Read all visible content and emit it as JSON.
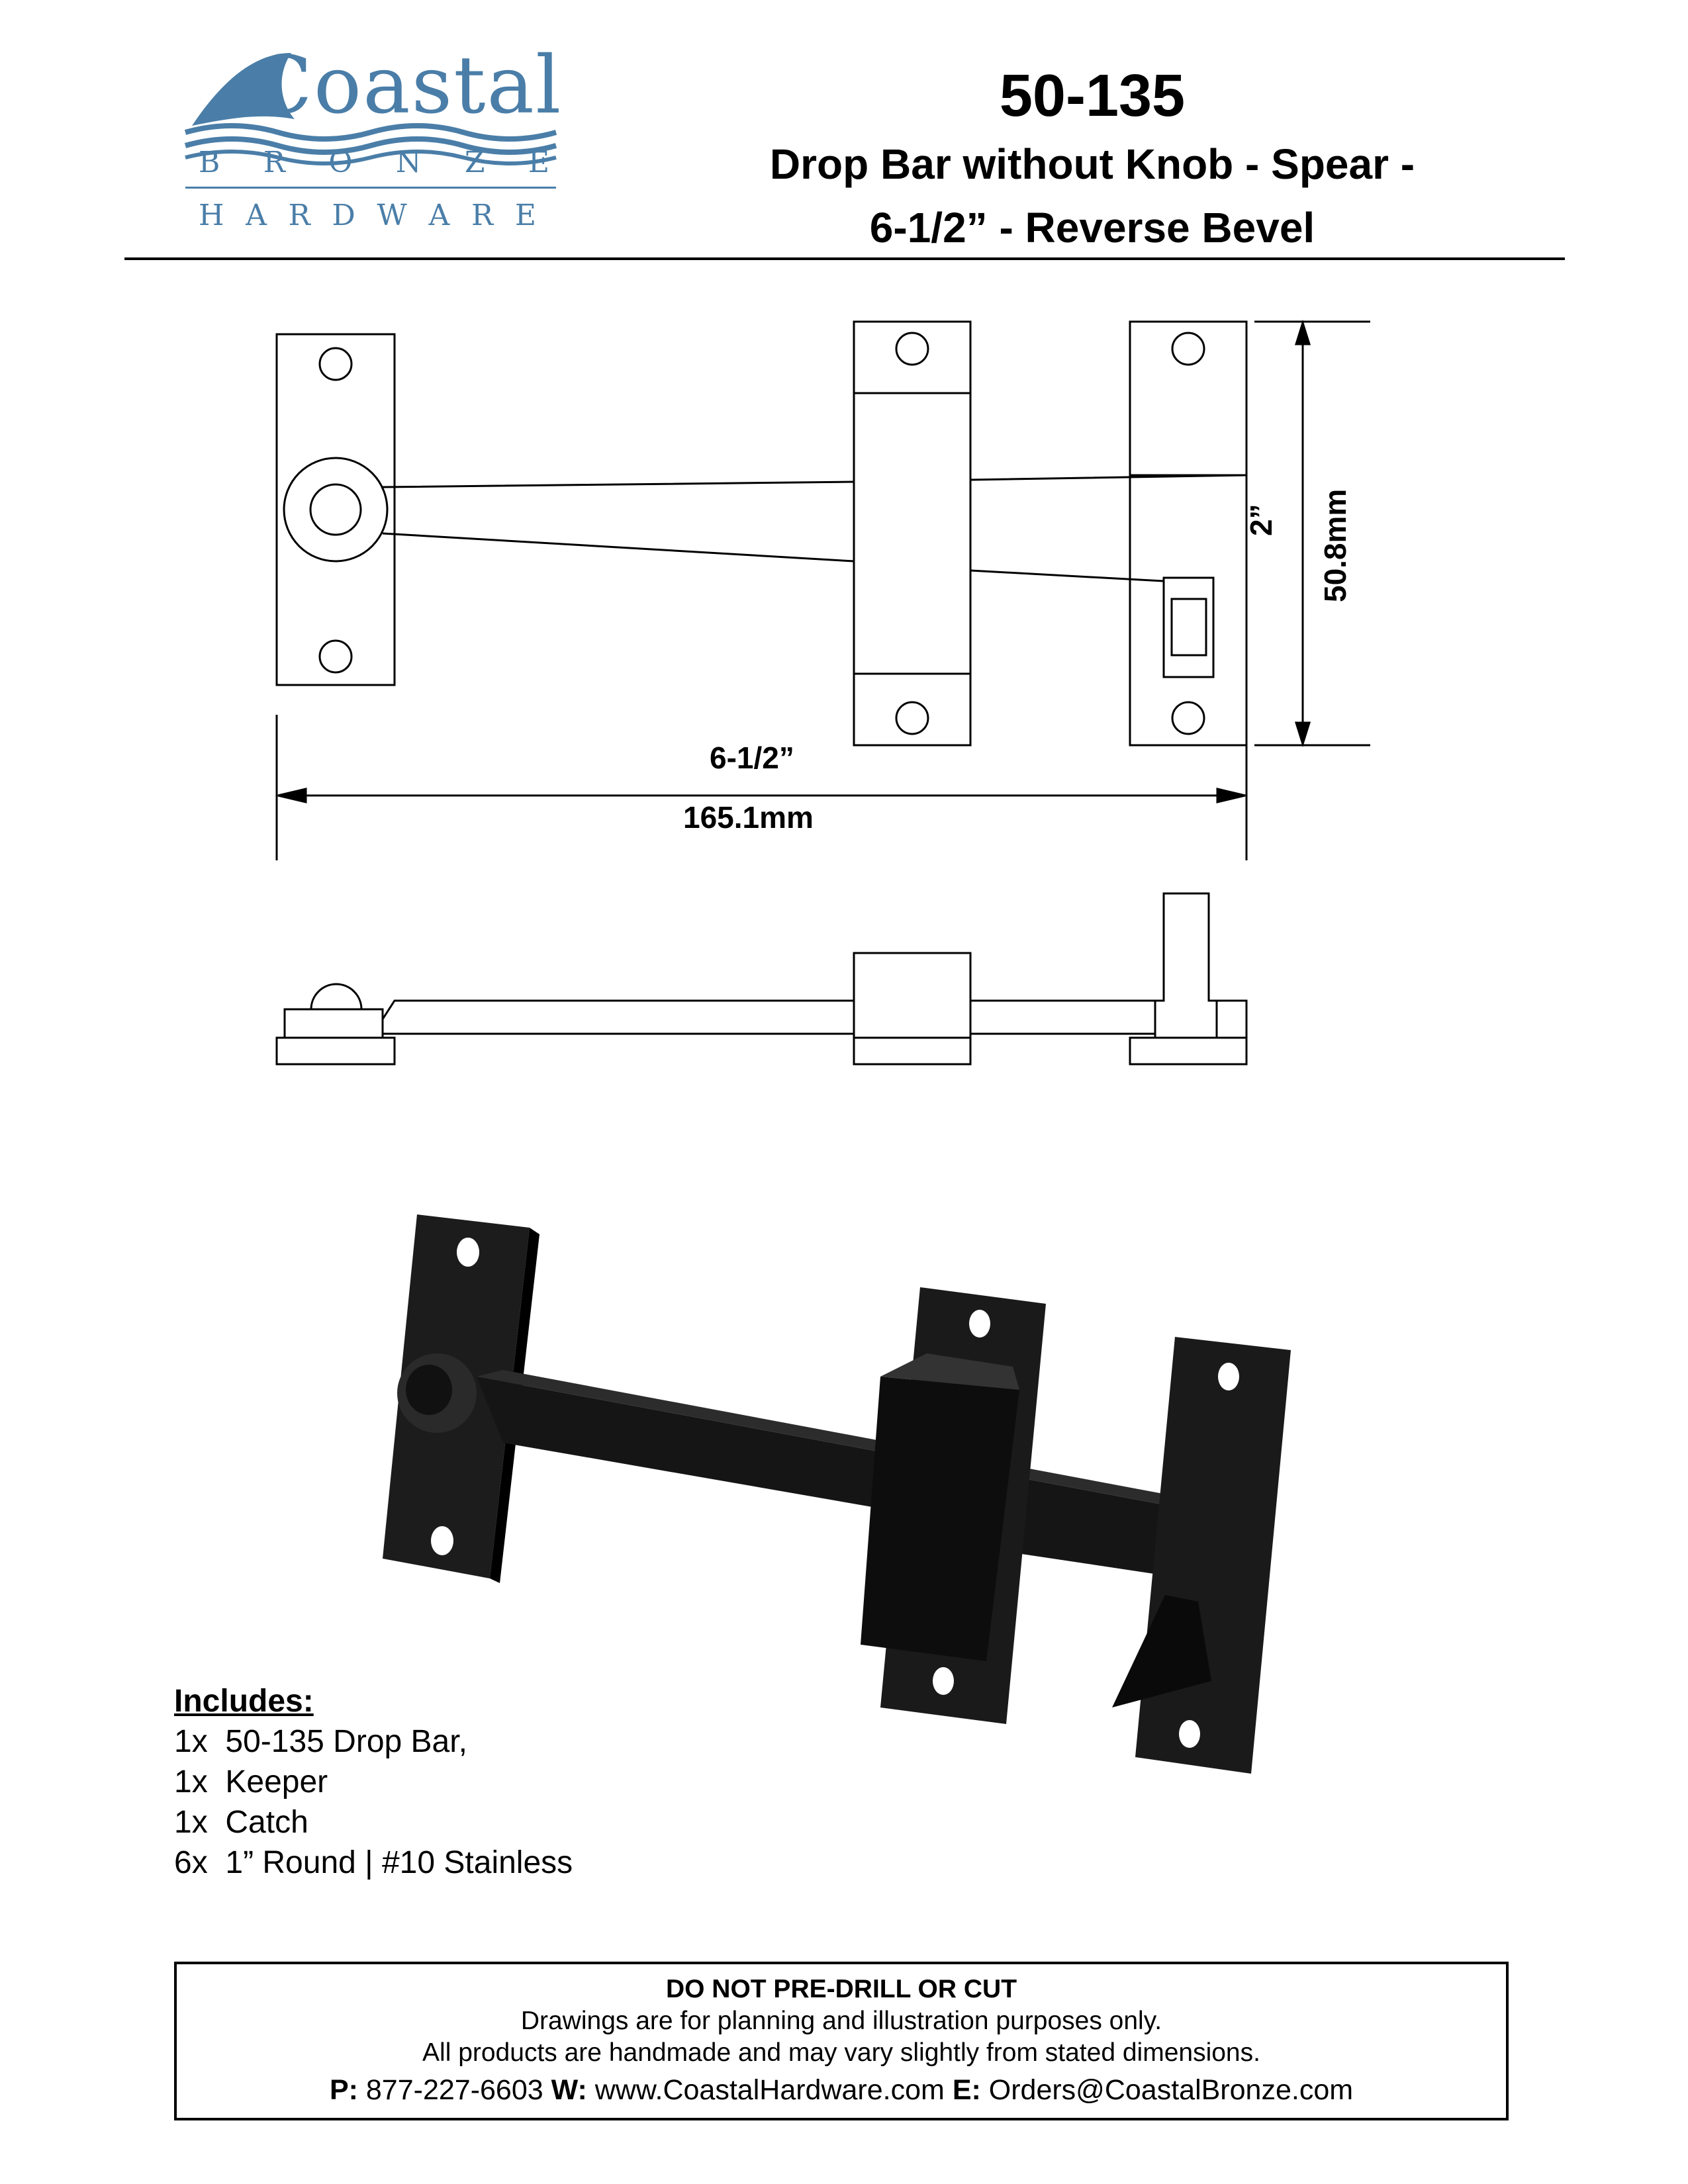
{
  "logo": {
    "word": "Coastal",
    "line1": [
      "B",
      "R",
      "O",
      "N",
      "Z",
      "E"
    ],
    "line2": [
      "H",
      "A",
      "R",
      "D",
      "W",
      "A",
      "R",
      "E"
    ],
    "color": "#4a7ea8"
  },
  "header": {
    "product_number": "50-135",
    "line1": "Drop Bar without Knob - Spear -",
    "line2": "6-1/2” - Reverse Bevel"
  },
  "dimensions": {
    "width_in": "6-1/2”",
    "width_mm": "165.1mm",
    "height_in": "2”",
    "height_mm": "50.8mm"
  },
  "includes": {
    "title": "Includes:",
    "items": [
      "1x  50-135 Drop Bar,",
      "1x  Keeper",
      "1x  Catch",
      "6x  1” Round | #10 Stainless"
    ]
  },
  "footer": {
    "warning": "DO NOT PRE-DRILL OR CUT",
    "note1": "Drawings are for planning and illustration purposes only.",
    "note2": "All products are handmade and may vary slightly from stated dimensions.",
    "phone_label": "P:",
    "phone": "877-227-6603",
    "web_label": "W:",
    "web": "www.CoastalHardware.com",
    "email_label": "E:",
    "email": "Orders@CoastalBronze.com"
  }
}
